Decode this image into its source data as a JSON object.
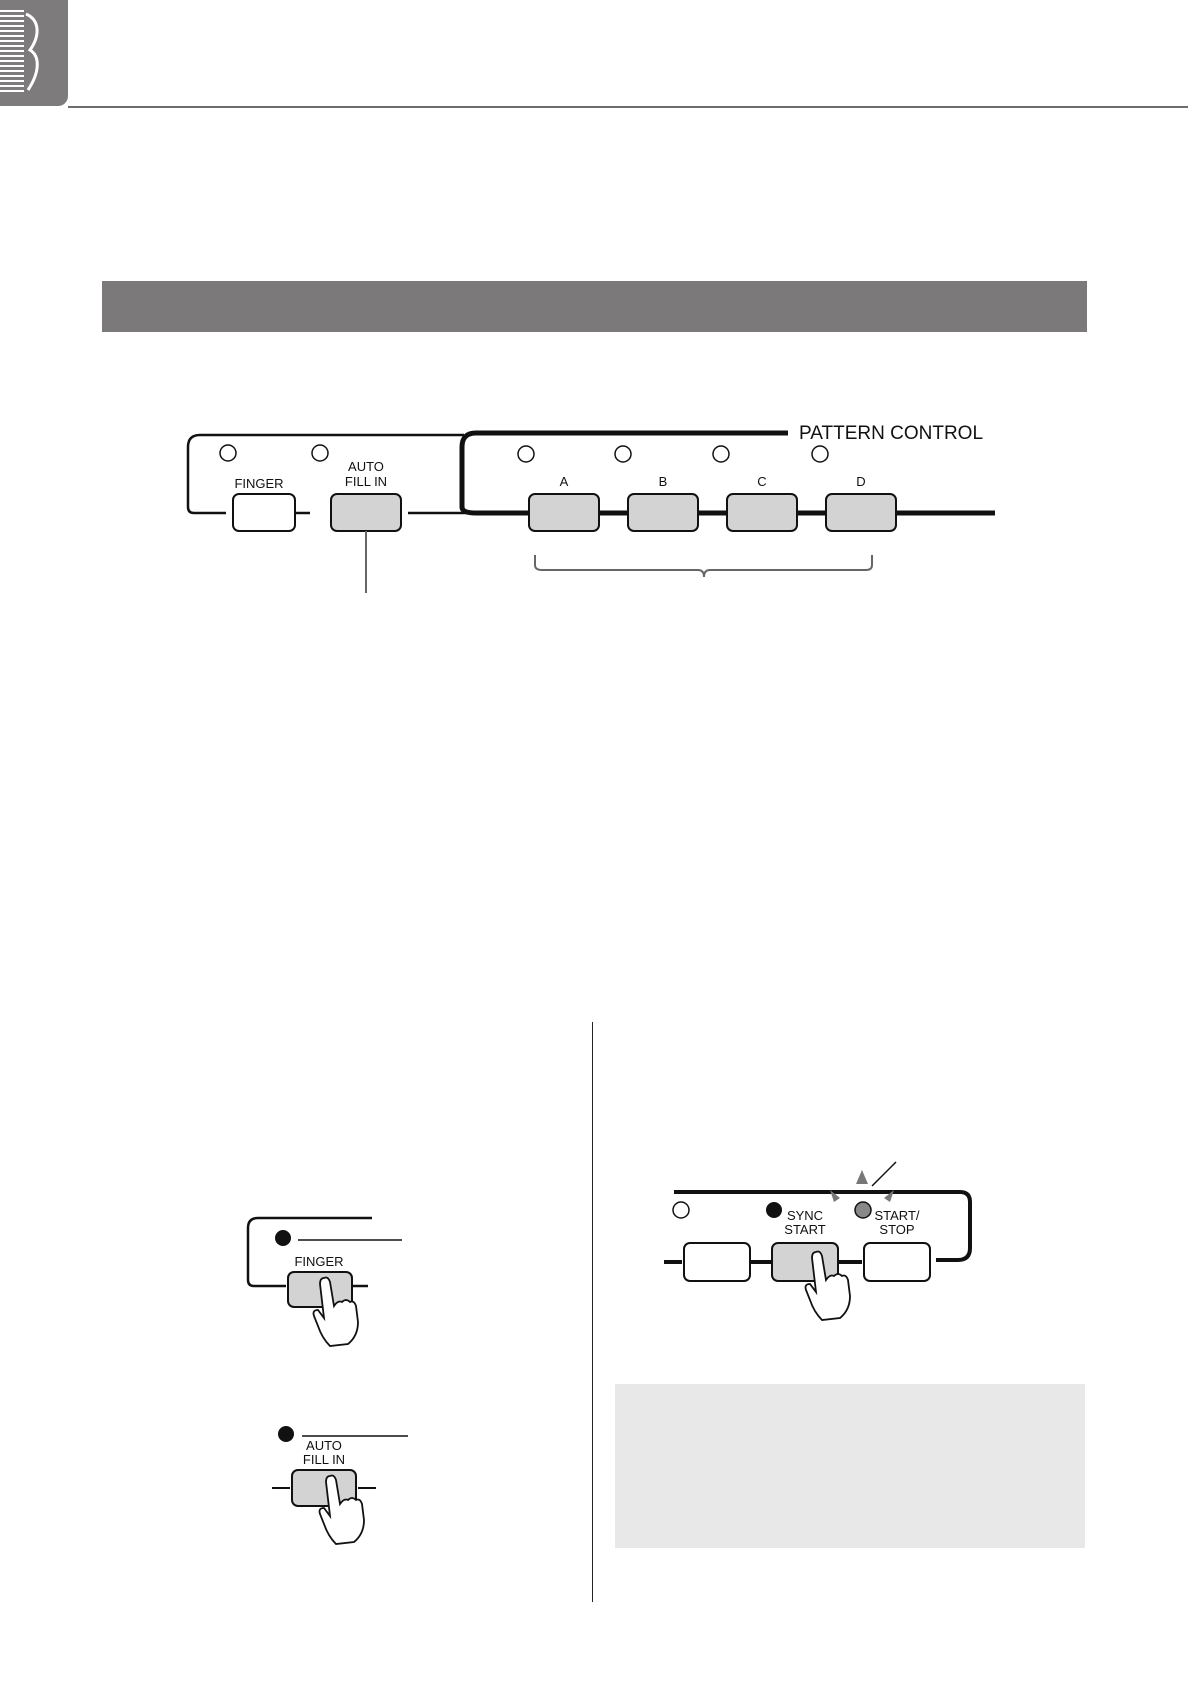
{
  "panel": {
    "pattern_control_label": "PATTERN CONTROL",
    "finger_label": "FINGER",
    "auto_fill_label_1": "AUTO",
    "auto_fill_label_2": "FILL  IN",
    "buttons": [
      "A",
      "B",
      "C",
      "D"
    ]
  },
  "step_left": {
    "finger_label": "FINGER",
    "auto_fill_label_1": "AUTO",
    "auto_fill_label_2": "FILL  IN"
  },
  "step_right": {
    "sync_label_1": "SYNC",
    "sync_label_2": "START",
    "start_stop_label_1": "START/",
    "start_stop_label_2": "STOP"
  },
  "colors": {
    "header_gray": "#7d7b7b",
    "section_bar": "#7b7979",
    "button_fill": "#d3d3d3",
    "note_bg": "#e8e8e8"
  },
  "icons": [
    "piano-keys-icon",
    "hand-press-icon",
    "lamp-icon"
  ]
}
